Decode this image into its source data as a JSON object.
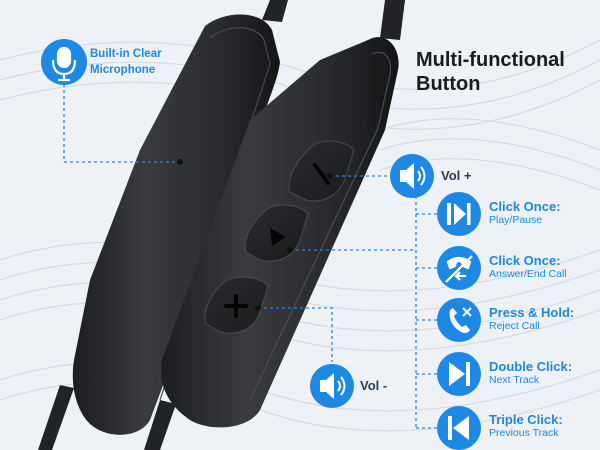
{
  "microphone": {
    "label_line1": "Built-in Clear",
    "label_line2": "Microphone",
    "icon": "microphone-icon"
  },
  "title": {
    "line1": "Multi-functional",
    "line2": "Button"
  },
  "volume": {
    "up_label": "Vol +",
    "down_label": "Vol -",
    "icon": "speaker-icon"
  },
  "functions": [
    {
      "title": "Click Once:",
      "subtitle": "Play/Pause",
      "icon": "play-pause-icon"
    },
    {
      "title": "Click Once:",
      "subtitle": "Answer/End Call",
      "icon": "phone-answer-end-icon"
    },
    {
      "title": "Press & Hold:",
      "subtitle": "Reject Call",
      "icon": "phone-reject-icon"
    },
    {
      "title": "Double Click:",
      "subtitle": "Next Track",
      "icon": "next-track-icon"
    },
    {
      "title": "Triple Click:",
      "subtitle": "Previous Track",
      "icon": "previous-track-icon"
    }
  ],
  "colors": {
    "accent": "#1e88e5",
    "device": "#2b2c2f",
    "background": "#eef1f5"
  }
}
